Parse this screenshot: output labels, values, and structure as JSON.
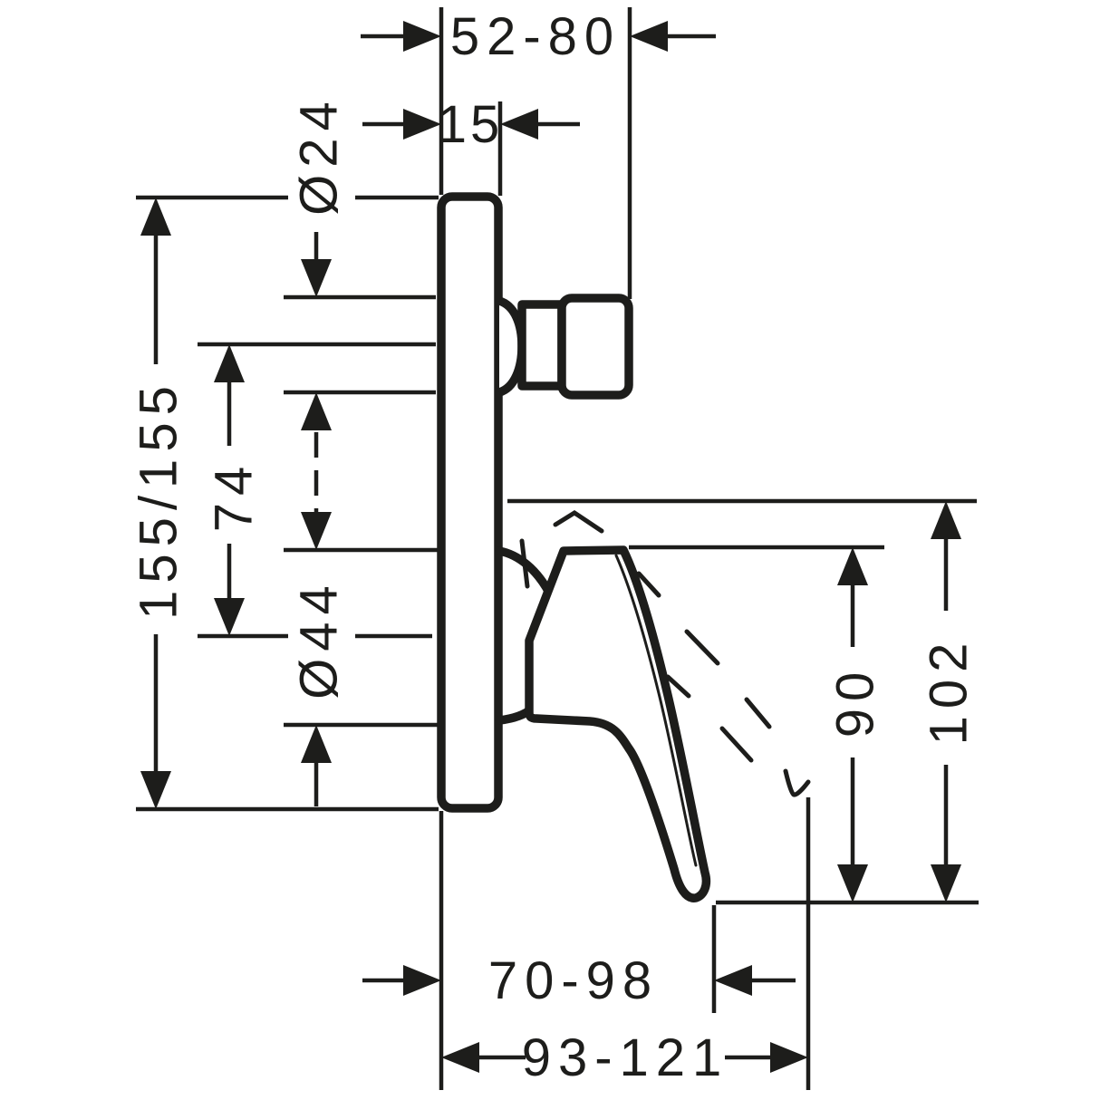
{
  "drawing": {
    "type": "installation-dimension-diagram",
    "view": "side-profile-of-concealed-mixer-with-lever-handle",
    "units": "mm",
    "colors": {
      "line": "#1d1d1b",
      "background": "#ffffff"
    },
    "dimensions": {
      "install_depth_range": "52-80",
      "plate_thickness": "15",
      "spout_connector_diameter": "Ø24",
      "plate_size": "155/155",
      "spout_to_handle_axis": "74",
      "handle_sleeve_diameter": "Ø44",
      "handle_drop_height": "90",
      "total_drop_height": "102",
      "reach_min_range": "70-98",
      "reach_max_range": "93-121"
    }
  }
}
